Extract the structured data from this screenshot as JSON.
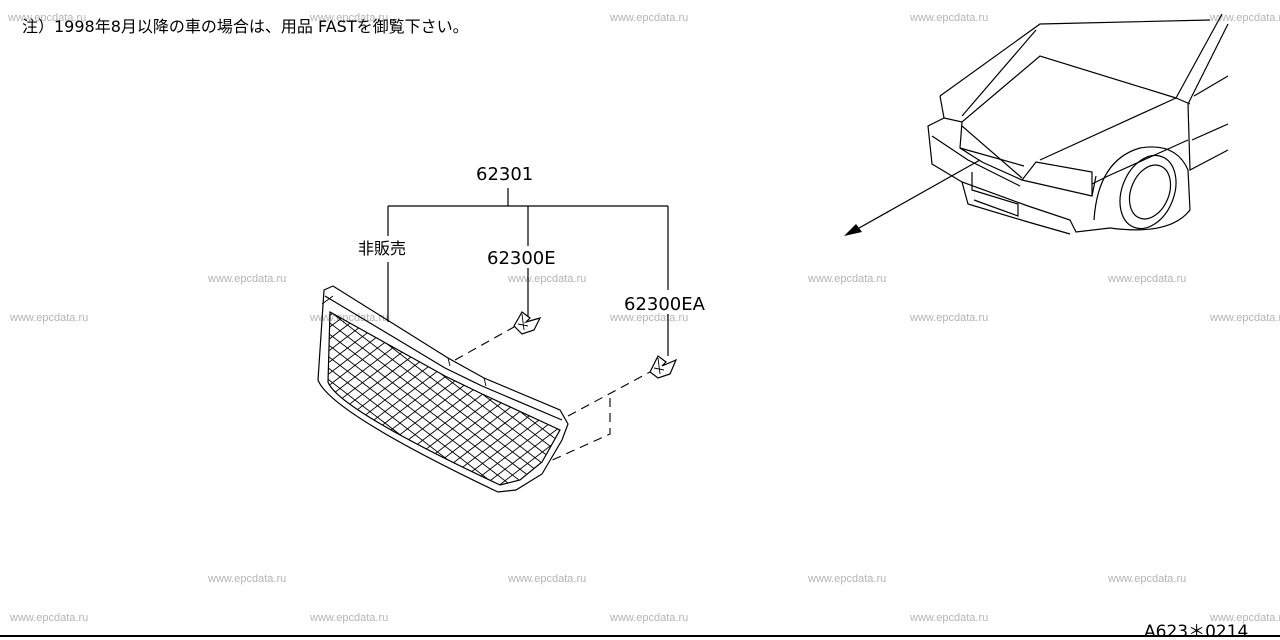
{
  "note": "注）1998年8月以降の車の場合は、用品 FASTを御覧下さい。",
  "parts": {
    "assembly": "62301",
    "not_for_sale": "非販売",
    "clip_e": "62300E",
    "clip_ea": "62300EA"
  },
  "diagram_code": "A623＊0214",
  "watermark": "www.epcdata.ru"
}
